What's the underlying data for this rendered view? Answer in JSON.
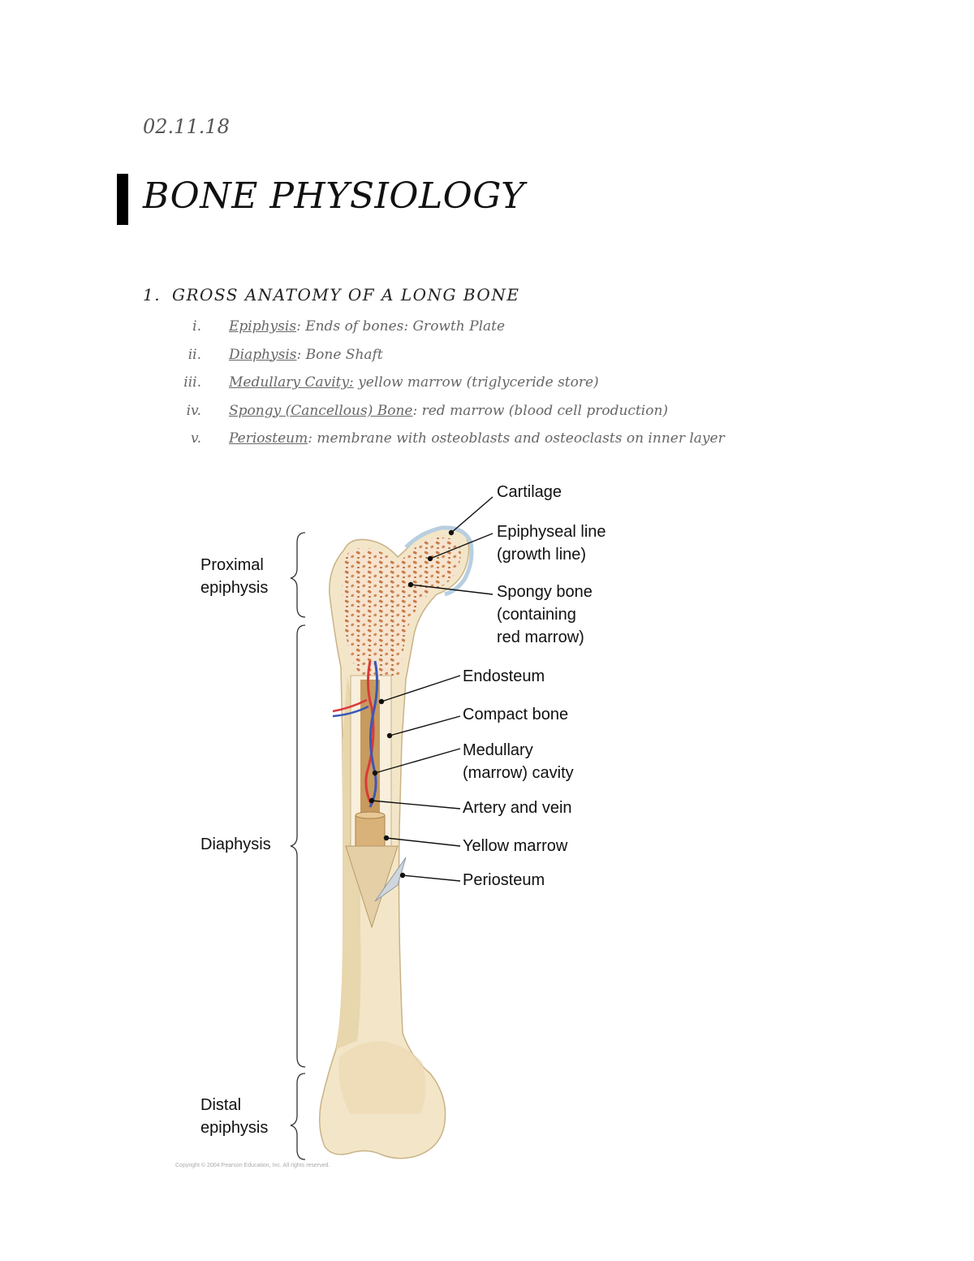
{
  "header": {
    "date": "02.11.18",
    "title": "BONE PHYSIOLOGY"
  },
  "section": {
    "number": "1.",
    "heading": "GROSS ANATOMY OF A LONG BONE",
    "items": [
      {
        "numeral": "i.",
        "term": "Epiphysis",
        "separator": ":",
        "text": " Ends of bones: Growth Plate"
      },
      {
        "numeral": "ii.",
        "term": "Diaphysis",
        "separator": ":",
        "text": " Bone Shaft"
      },
      {
        "numeral": "iii.",
        "term": "Medullary Cavity:",
        "separator": "",
        "text": " yellow marrow (triglyceride store)"
      },
      {
        "numeral": "iv.",
        "term": "Spongy (Cancellous) Bone",
        "separator": ":",
        "text": " red marrow (blood cell production)"
      },
      {
        "numeral": "v.",
        "term": "Periosteum",
        "separator": ":",
        "text": " membrane with osteoblasts and osteoclasts on inner layer"
      }
    ]
  },
  "figure": {
    "region_labels": {
      "proximal": [
        "Proximal",
        "epiphysis"
      ],
      "diaphysis": [
        "Diaphysis"
      ],
      "distal": [
        "Distal",
        "epiphysis"
      ]
    },
    "structure_labels": {
      "cartilage": [
        "Cartilage"
      ],
      "epiphyseal_line": [
        "Epiphyseal line",
        "(growth line)"
      ],
      "spongy_bone": [
        "Spongy bone",
        "(containing",
        "red marrow)"
      ],
      "endosteum": [
        "Endosteum"
      ],
      "compact_bone": [
        "Compact bone"
      ],
      "medullary_cavity": [
        "Medullary",
        "(marrow) cavity"
      ],
      "artery_vein": [
        "Artery and vein"
      ],
      "yellow_marrow": [
        "Yellow marrow"
      ],
      "periosteum": [
        "Periosteum"
      ]
    },
    "copyright": "Copyright © 2004 Pearson Education, Inc. All rights reserved.",
    "colors": {
      "bone": "#f3e6c8",
      "bone_shade": "#e8d6ad",
      "spongy": "#c97a45",
      "marrow": "#c79a5e",
      "cartilage": "#b8cfe0",
      "artery": "#d93a3a",
      "vein": "#3a58b8"
    }
  }
}
